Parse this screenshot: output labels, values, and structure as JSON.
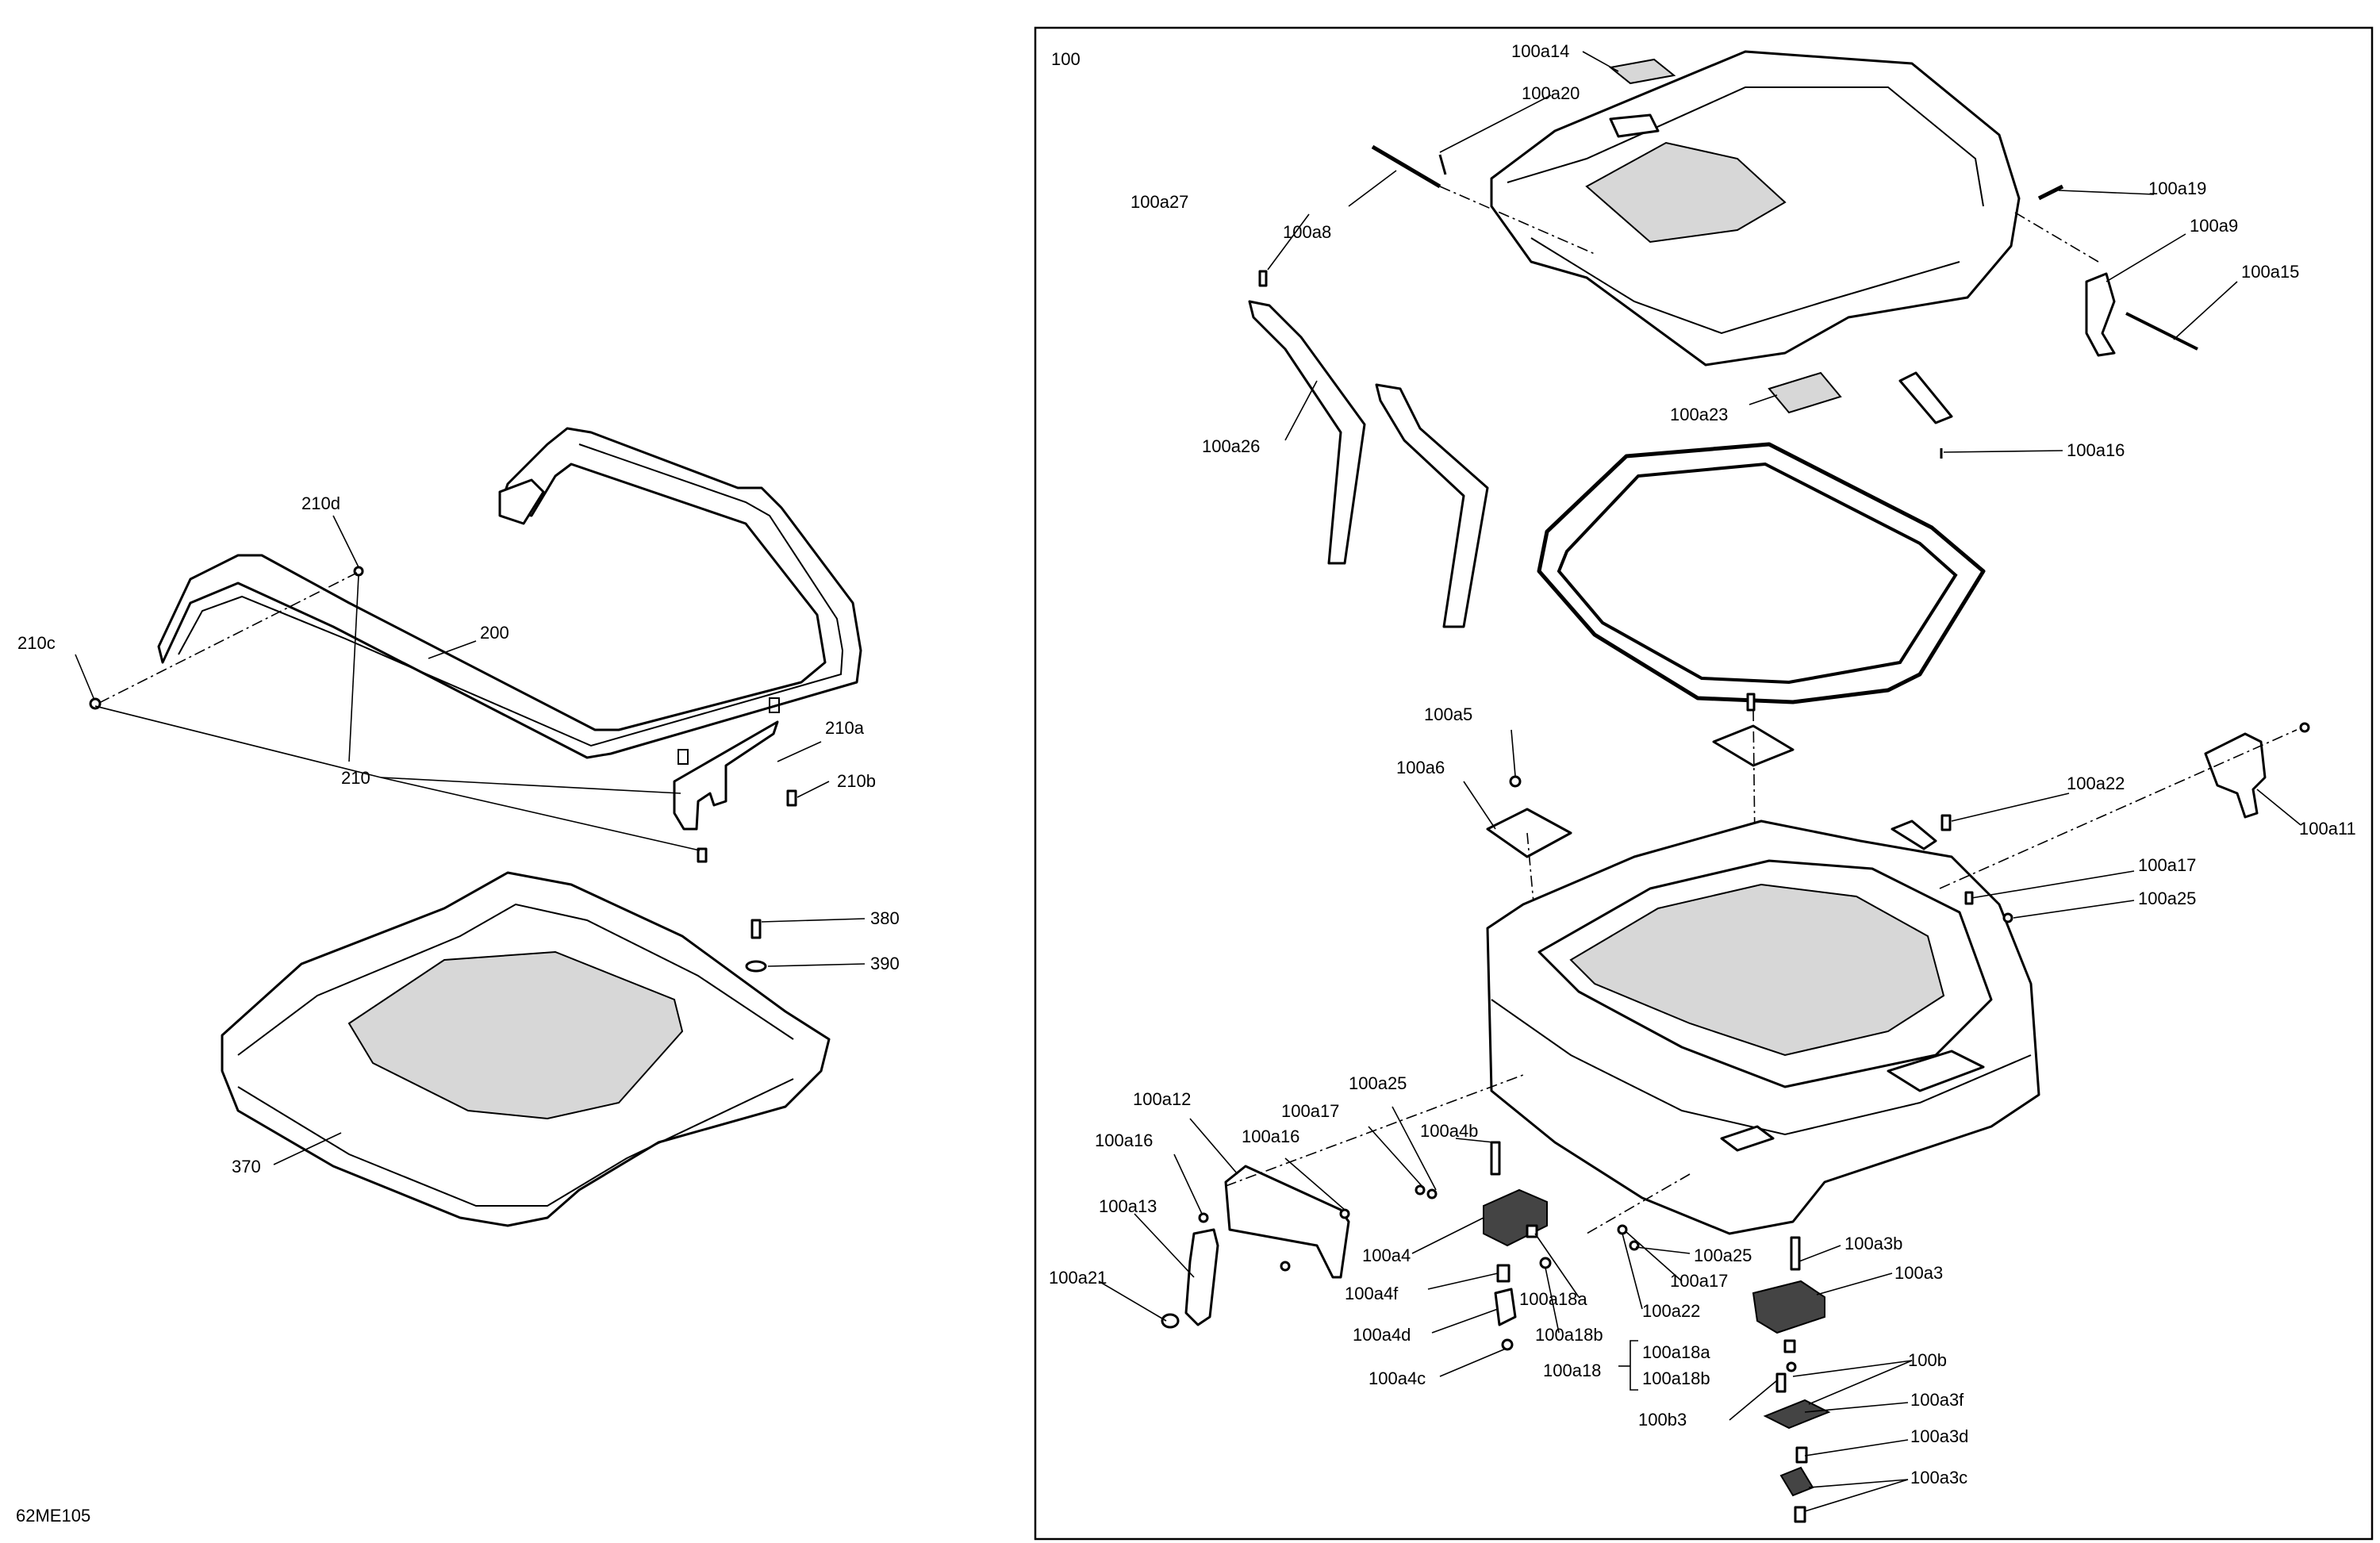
{
  "drawing_number": "62ME105",
  "group_label": "100",
  "callouts": {
    "c210d": "210d",
    "c210c": "210c",
    "c200": "200",
    "c210a": "210a",
    "c210": "210",
    "c210b": "210b",
    "c380": "380",
    "c390": "390",
    "c370": "370",
    "c100a14": "100a14",
    "c100a20": "100a20",
    "c100a27": "100a27",
    "c100a8": "100a8",
    "c100a19": "100a19",
    "c100a9": "100a9",
    "c100a15": "100a15",
    "c100a26": "100a26",
    "c100a23": "100a23",
    "c100a16top": "100a16",
    "c100a5": "100a5",
    "c100a6": "100a6",
    "c100a22top": "100a22",
    "c100a11": "100a11",
    "c100a17top": "100a17",
    "c100a25top": "100a25",
    "c100a12": "100a12",
    "c100a17mid": "100a17",
    "c100a25mid": "100a25",
    "c100a16left": "100a16",
    "c100a16mid": "100a16",
    "c100a4b": "100a4b",
    "c100a13": "100a13",
    "c100a21": "100a21",
    "c100a4": "100a4",
    "c100a4f": "100a4f",
    "c100a4d": "100a4d",
    "c100a4c": "100a4c",
    "c100a18a_l": "100a18a",
    "c100a18b_l": "100a18b",
    "c100a25bot": "100a25",
    "c100a17bot": "100a17",
    "c100a22bot": "100a22",
    "c100a3b": "100a3b",
    "c100a3": "100a3",
    "c100a18a_r": "100a18a",
    "c100a18": "100a18",
    "c100a18b_r": "100a18b",
    "c100b": "100b",
    "c100b3": "100b3",
    "c100a3f": "100a3f",
    "c100a3d": "100a3d",
    "c100a3c": "100a3c"
  }
}
